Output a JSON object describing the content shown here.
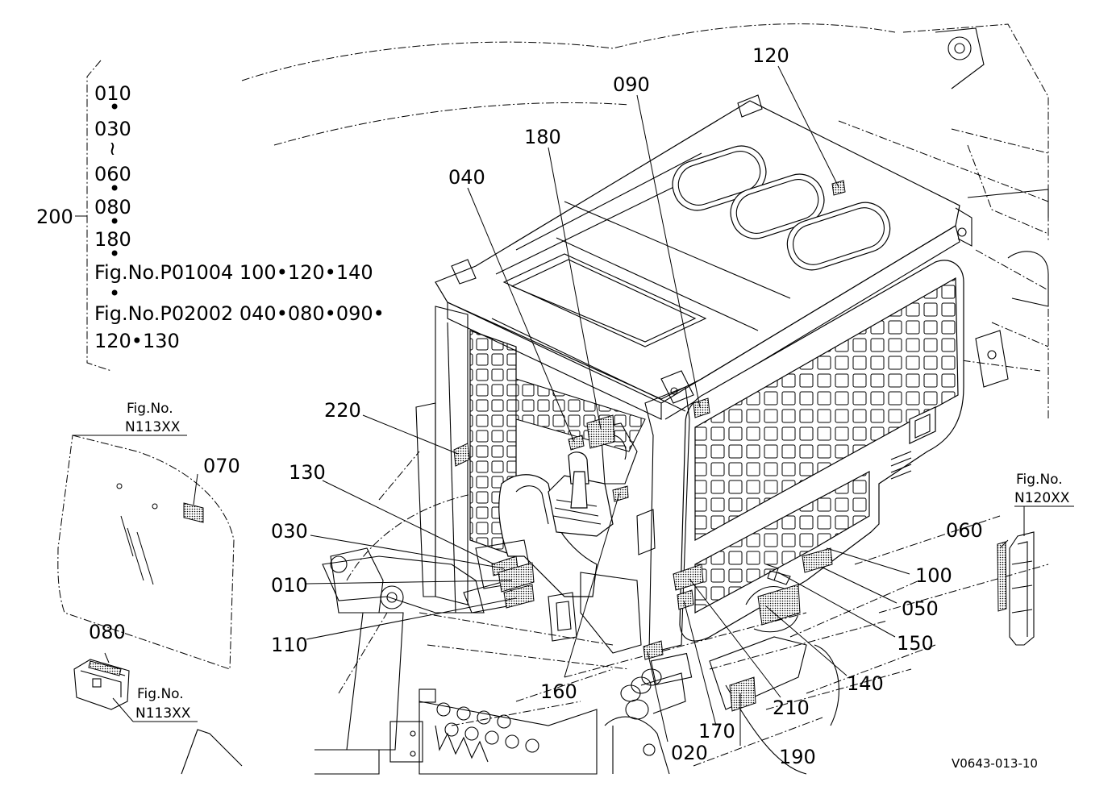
{
  "drawing_code": "V0643-013-10",
  "group": {
    "number": "200",
    "lines": [
      "010",
      "•",
      "030",
      "≀",
      "060",
      "•",
      "080",
      "•",
      "180",
      "•",
      "Fig.No.P01004  100•120•140",
      "•",
      "Fig.No.P02002  040•080•090•",
      "120•130"
    ]
  },
  "refs": {
    "left_top": [
      "Fig.No.",
      "N113XX"
    ],
    "left_bottom": [
      "Fig.No.",
      "N113XX"
    ],
    "right": [
      "Fig.No.",
      "N120XX"
    ]
  },
  "callouts": {
    "c010": "010",
    "c020": "020",
    "c030": "030",
    "c040": "040",
    "c050": "050",
    "c060": "060",
    "c070": "070",
    "c080": "080",
    "c090": "090",
    "c100": "100",
    "c110": "110",
    "c120": "120",
    "c130": "130",
    "c140": "140",
    "c150": "150",
    "c160": "160",
    "c170": "170",
    "c180": "180",
    "c190": "190",
    "c210": "210",
    "c220": "220"
  }
}
